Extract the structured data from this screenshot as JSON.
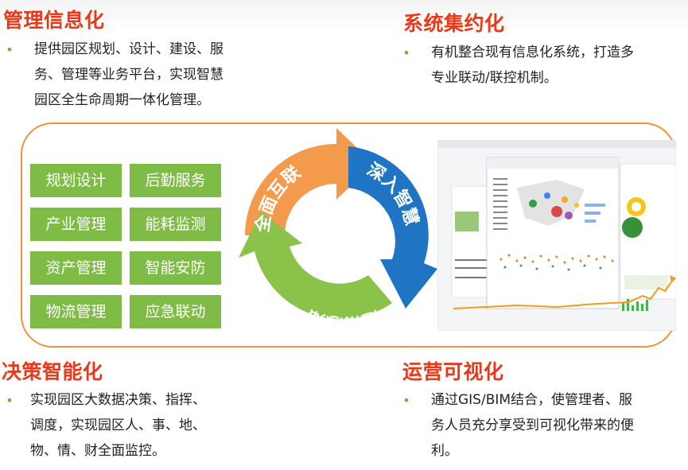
{
  "sections": {
    "top_left": {
      "title": "管理信息化",
      "lines": [
        "提供园区规划、设计、建设、服",
        "务、管理等业务平台，实现智慧",
        "园区全生命周期一体化管理。"
      ]
    },
    "top_right": {
      "title": "系统集约化",
      "lines": [
        "有机整合现有信息化系统，打造多",
        "专业联动/联控机制。"
      ]
    },
    "bottom_left": {
      "title": "决策智能化",
      "lines": [
        "实现园区大数据决策、指挥、",
        "调度，实现园区人、事、地、",
        "物、情、财全面监控。"
      ]
    },
    "bottom_right": {
      "title": "运营可视化",
      "lines": [
        "通过GIS/BIM结合，使管理者、服",
        "务人员充分享受到可视化带来的便",
        "利。"
      ]
    }
  },
  "tiles": [
    "规划设计",
    "后勤服务",
    "产业管理",
    "能耗监测",
    "资产管理",
    "智能安防",
    "物流管理",
    "应急联动"
  ],
  "cycle": {
    "orange_label": "全面互联",
    "blue_label": "深入智慧",
    "green_label": "透彻感知",
    "colors": {
      "orange": "#f39a4c",
      "blue": "#1f74c4",
      "green": "#8bc34a"
    }
  },
  "colors": {
    "title": "#e8391a",
    "frame": "#f0913a",
    "tile": "#7ebc45",
    "bullet": "#6ab43e"
  }
}
